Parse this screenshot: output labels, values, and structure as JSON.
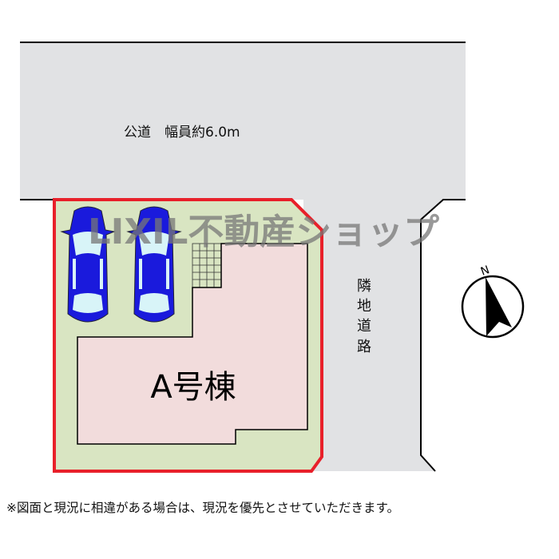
{
  "public_road": {
    "label": "公道　幅員約6.0m"
  },
  "side_road": {
    "label_chars": [
      "隣",
      "地",
      "道",
      "路"
    ]
  },
  "building": {
    "label": "A号棟"
  },
  "compass": {
    "label": "N"
  },
  "watermark": {
    "text": "LIXIL不動産ショップ"
  },
  "footer": {
    "note": "※図面と現況に相違がある場合は、現況を優先とさせていただきます。"
  },
  "colors": {
    "road": "#e1e2e4",
    "lot": "#d9e5c2",
    "building": "#f2dcdc",
    "boundary": "#e8202a",
    "car": "#1a1adc",
    "glass": "#d8f4f8"
  }
}
